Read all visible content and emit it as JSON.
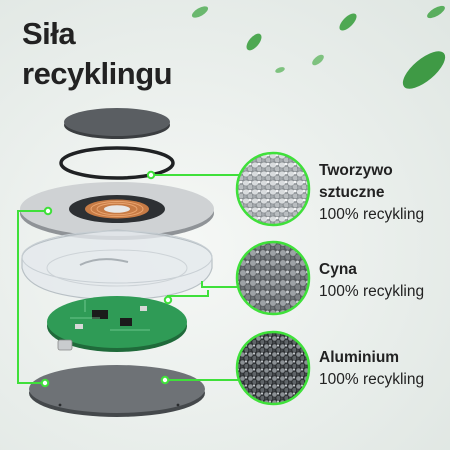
{
  "header": {
    "title_line1": "Siła",
    "title_line2": "recyklingu"
  },
  "materials": [
    {
      "name_line1": "Tworzywo",
      "name_line2": "sztuczne",
      "percent_label": "100% recykling"
    },
    {
      "name_line1": "Cyna",
      "name_line2": "",
      "percent_label": "100% recykling"
    },
    {
      "name_line1": "Aluminium",
      "name_line2": "",
      "percent_label": "100% recykling"
    }
  ],
  "colors": {
    "accent_green": "#3fe03a",
    "leaf_green": "#3f9a45",
    "text": "#222222",
    "copper": "#c77b45"
  },
  "icons": [
    "leaf-icon",
    "granule-sample-icon"
  ]
}
